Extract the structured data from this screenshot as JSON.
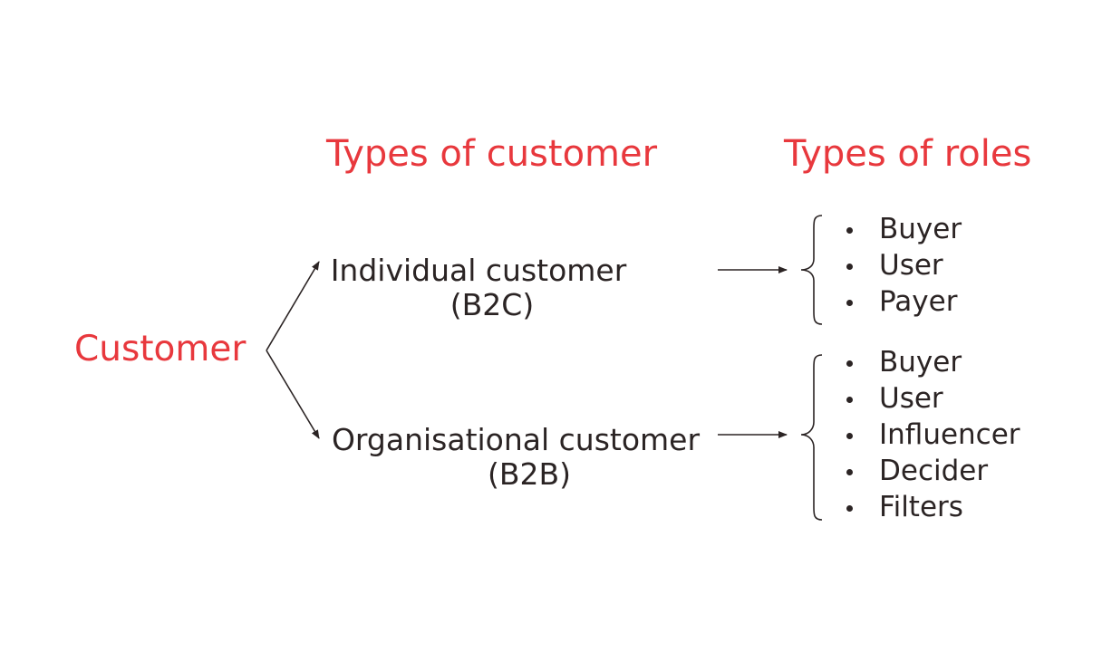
{
  "headings": {
    "customer_types": "Types of customer",
    "roles": "Types of roles"
  },
  "root": "Customer",
  "customers": [
    {
      "name": "Individual customer",
      "code": "(B2C)",
      "roles": [
        "Buyer",
        "User",
        "Payer"
      ]
    },
    {
      "name": "Organisational customer",
      "code": "(B2B)",
      "roles": [
        "Buyer",
        "User",
        "Influencer",
        "Decider",
        "Filters"
      ]
    }
  ],
  "colors": {
    "accent": "#e8383d",
    "text": "#2b2424",
    "background": "#ffffff"
  }
}
